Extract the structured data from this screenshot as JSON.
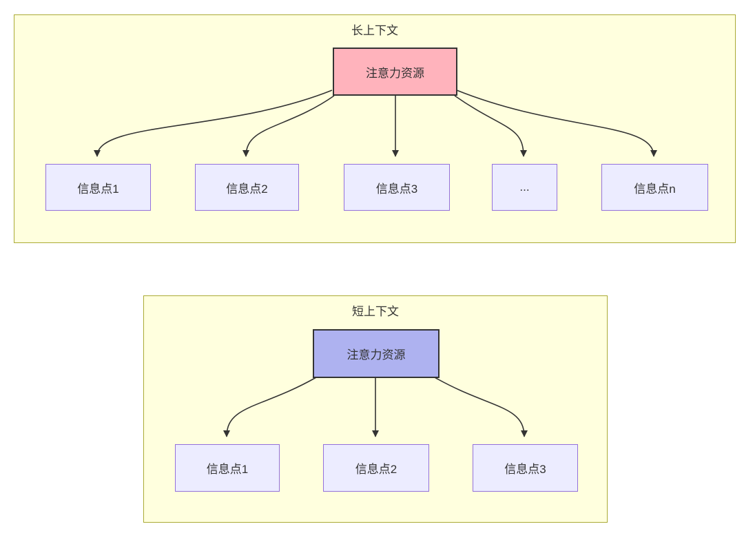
{
  "diagram": {
    "panels": [
      {
        "id": "long-context",
        "title": "长上下文",
        "root": {
          "label": "注意力资源",
          "fill": "#ffb3bc",
          "border": "#333333"
        },
        "children": [
          {
            "label": "信息点1"
          },
          {
            "label": "信息点2"
          },
          {
            "label": "信息点3"
          },
          {
            "label": "..."
          },
          {
            "label": "信息点n"
          }
        ]
      },
      {
        "id": "short-context",
        "title": "短上下文",
        "root": {
          "label": "注意力资源",
          "fill": "#aeb2f0",
          "border": "#333333"
        },
        "children": [
          {
            "label": "信息点1"
          },
          {
            "label": "信息点2"
          },
          {
            "label": "信息点3"
          }
        ]
      }
    ],
    "style": {
      "panel_fill": "#ffffde",
      "panel_border": "#aaaa33",
      "node_fill": "#ececff",
      "node_border": "#9370db",
      "edge_color": "#333333",
      "text_color": "#333333"
    }
  }
}
